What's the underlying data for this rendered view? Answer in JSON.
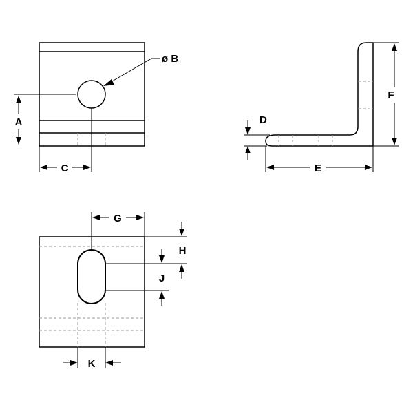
{
  "dimensions": {
    "a": "A",
    "b": "ø B",
    "c": "C",
    "d": "D",
    "e": "E",
    "f": "F",
    "g": "G",
    "h": "H",
    "j": "J",
    "k": "K"
  },
  "colors": {
    "line": "#000000",
    "hidden_line": "#9a9a9a",
    "background": "#ffffff"
  }
}
